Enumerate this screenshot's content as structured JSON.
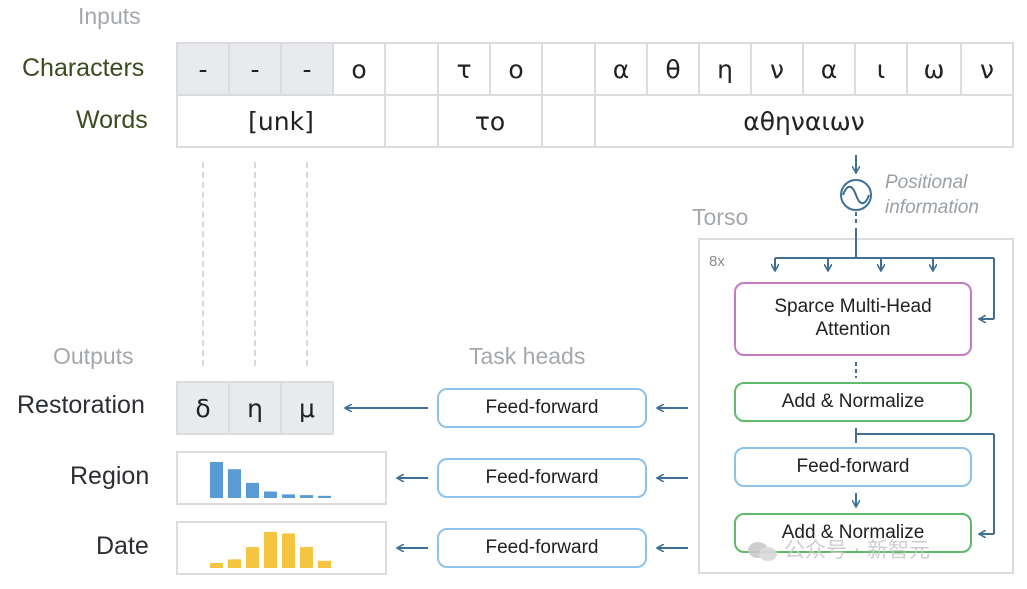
{
  "sections": {
    "inputs": "Inputs",
    "outputs": "Outputs",
    "task_heads": "Task heads",
    "torso": "Torso"
  },
  "rows": {
    "characters": "Characters",
    "words": "Words",
    "restoration": "Restoration",
    "region": "Region",
    "date": "Date"
  },
  "characters": [
    "-",
    "-",
    "-",
    "ο",
    "",
    "τ",
    "ο",
    "",
    "α",
    "θ",
    "η",
    "ν",
    "α",
    "ι",
    "ω",
    "ν"
  ],
  "words": [
    "[unk]",
    "",
    "το",
    "",
    "αθηναιων"
  ],
  "restoration": [
    "δ",
    "η",
    "μ"
  ],
  "region_bars": [
    1.0,
    0.8,
    0.42,
    0.18,
    0.1,
    0.08,
    0.06
  ],
  "date_bars": [
    0.14,
    0.24,
    0.58,
    1.0,
    0.96,
    0.58,
    0.2
  ],
  "positional": [
    "Positional",
    "information"
  ],
  "torso": {
    "repeat": "8x",
    "attention": [
      "Sparce Multi-Head",
      "Attention"
    ],
    "add_normalize_1": "Add & Normalize",
    "feed_forward": "Feed-forward",
    "add_normalize_2": "Add & Normalize"
  },
  "heads": {
    "restoration_ff": "Feed-forward",
    "region_ff": "Feed-forward",
    "date_ff": "Feed-forward"
  },
  "watermark": "公众号 · 新智元",
  "colors": {
    "region_bar": "#5b9bd5",
    "date_bar": "#f5c542",
    "arrow": "#3f6f96",
    "feed_forward_border": "#8ec2ea",
    "add_normalize_border": "#5fb96a",
    "attention_border": "#c27bc6"
  }
}
